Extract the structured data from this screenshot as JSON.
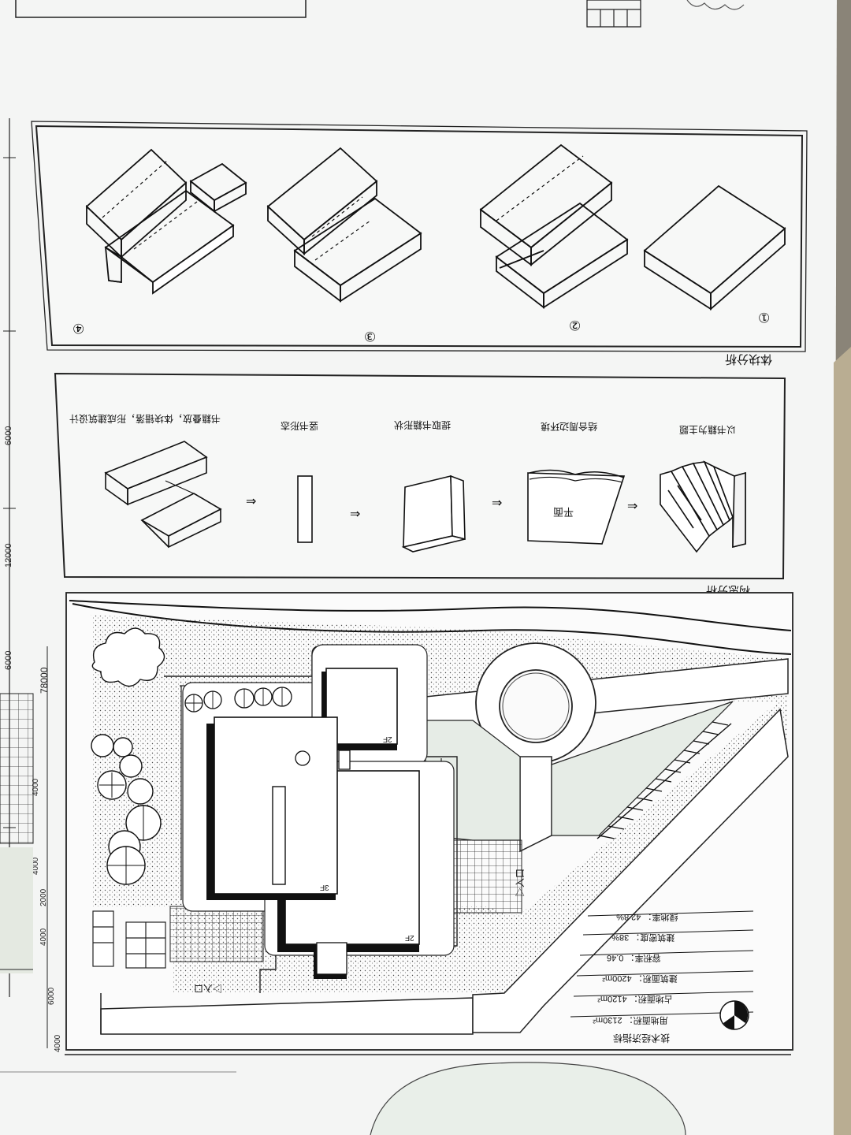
{
  "massing_analysis": {
    "title": "体块分析",
    "steps": [
      "①",
      "②",
      "③",
      "④"
    ]
  },
  "concept_analysis": {
    "title": "构思分析",
    "steps": [
      "以书籍为主题",
      "结合周边环境",
      "提取书籍形状",
      "竖书形态",
      "书籍叠放，体块错落，形成建筑设计"
    ],
    "sketch_label": "平面"
  },
  "site_plan": {
    "floor_tags": [
      "2F",
      "3F",
      "2F"
    ],
    "entrance_labels": [
      "▷入口",
      "▷入口"
    ]
  },
  "economic_indicators": {
    "title": "技术经济指标",
    "rows": [
      {
        "label": "用地面积：",
        "value": "2130m²"
      },
      {
        "label": "占地面积：",
        "value": "4120m²"
      },
      {
        "label": "建筑面积：",
        "value": "4200m²"
      },
      {
        "label": "容积率：",
        "value": "0.46"
      },
      {
        "label": "建筑密度：",
        "value": "38%"
      },
      {
        "label": "绿地率：",
        "value": "42.8%"
      }
    ]
  },
  "dimensions": [
    "78000",
    "6000",
    "12000",
    "6000",
    "4000",
    "4000",
    "2000",
    "4000",
    "6000",
    "4000"
  ],
  "colors": {
    "paper": "#f3f4f3",
    "ink": "#141414",
    "wall": "#d9d4c8"
  }
}
